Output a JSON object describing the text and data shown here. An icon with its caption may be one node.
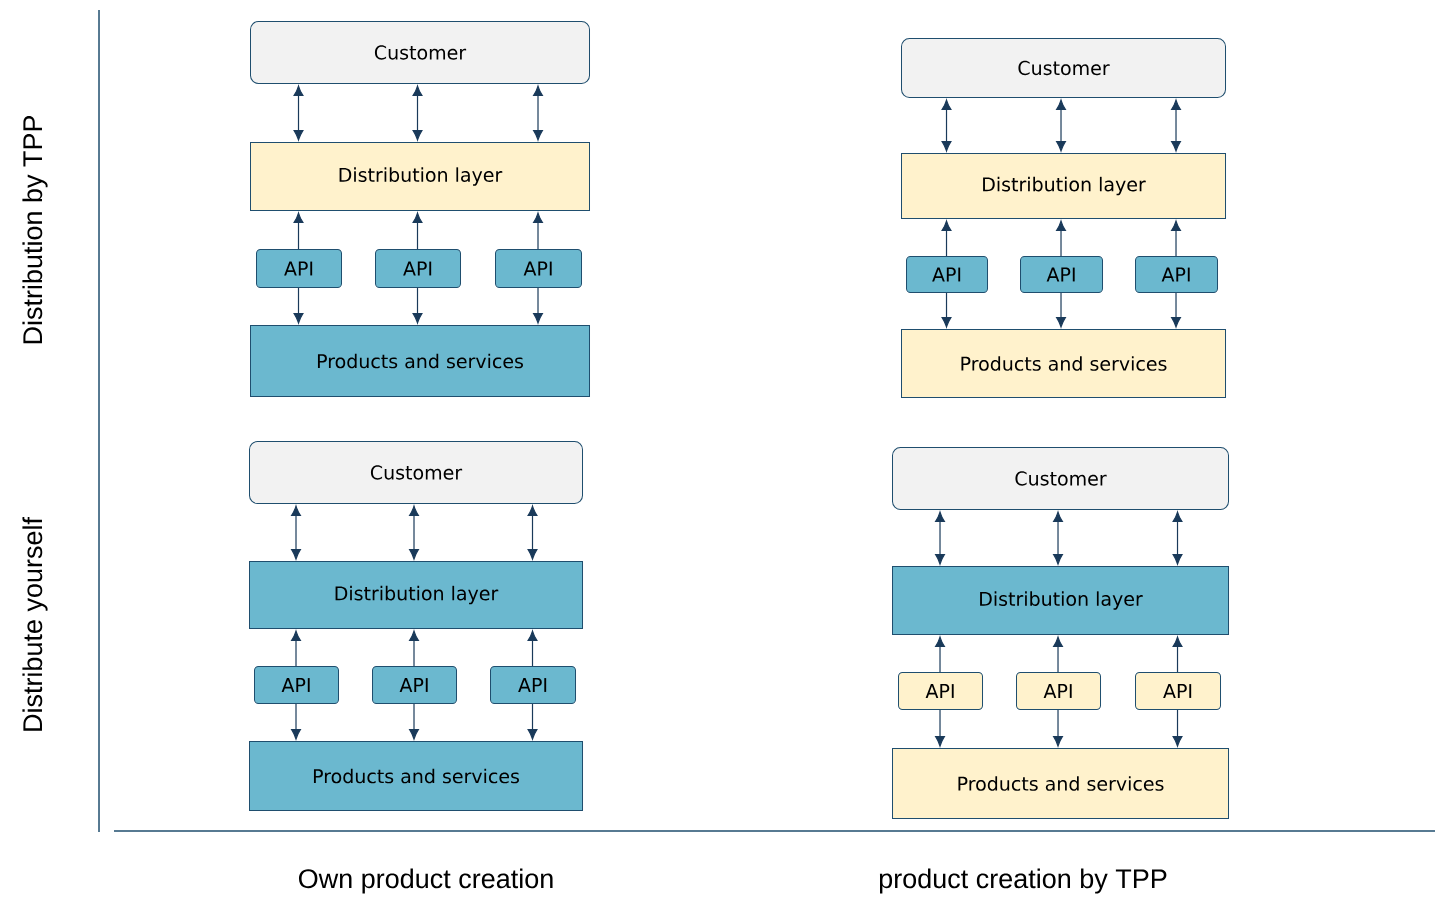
{
  "diagram": {
    "nodes": [
      {
        "text": [
          "Customer"
        ]
      },
      {
        "text": [
          "Distribution layer"
        ]
      },
      {
        "text": [
          "API"
        ]
      },
      {
        "text": [
          "API"
        ]
      },
      {
        "text": [
          "API"
        ]
      },
      {
        "text": [
          "Products and services"
        ]
      },
      {
        "text": [
          "Customer"
        ]
      },
      {
        "text": [
          "Distribution layer"
        ]
      },
      {
        "text": [
          "API"
        ]
      },
      {
        "text": [
          "API"
        ]
      },
      {
        "text": [
          "API"
        ]
      },
      {
        "text": [
          "Products and services"
        ]
      },
      {
        "text": [
          "Customer"
        ]
      },
      {
        "text": [
          "Distribution layer"
        ]
      },
      {
        "text": [
          "API"
        ]
      },
      {
        "text": [
          "API"
        ]
      },
      {
        "text": [
          "API"
        ]
      },
      {
        "text": [
          "Products and services"
        ]
      },
      {
        "text": [
          "Customer"
        ]
      },
      {
        "text": [
          "Distribution layer"
        ]
      },
      {
        "text": [
          "API"
        ]
      },
      {
        "text": [
          "API"
        ]
      },
      {
        "text": [
          "API"
        ]
      },
      {
        "text": [
          "Products and services"
        ]
      }
    ],
    "edges": [
      {
        "from": 0,
        "to": 1,
        "arrow": "both"
      },
      {
        "from": 0,
        "to": 1,
        "arrow": "both"
      },
      {
        "from": 0,
        "to": 1,
        "arrow": "both"
      },
      {
        "from": 2,
        "to": 1,
        "arrow": "to"
      },
      {
        "from": 3,
        "to": 1,
        "arrow": "to"
      },
      {
        "from": 4,
        "to": 1,
        "arrow": "to"
      },
      {
        "from": 2,
        "to": 5,
        "arrow": "to"
      },
      {
        "from": 3,
        "to": 5,
        "arrow": "to"
      },
      {
        "from": 4,
        "to": 5,
        "arrow": "to"
      },
      {
        "from": 6,
        "to": 7,
        "arrow": "both"
      },
      {
        "from": 6,
        "to": 7,
        "arrow": "both"
      },
      {
        "from": 6,
        "to": 7,
        "arrow": "both"
      },
      {
        "from": 8,
        "to": 7,
        "arrow": "to"
      },
      {
        "from": 9,
        "to": 7,
        "arrow": "to"
      },
      {
        "from": 10,
        "to": 7,
        "arrow": "to"
      },
      {
        "from": 8,
        "to": 11,
        "arrow": "to"
      },
      {
        "from": 9,
        "to": 11,
        "arrow": "to"
      },
      {
        "from": 10,
        "to": 11,
        "arrow": "to"
      },
      {
        "from": 12,
        "to": 13,
        "arrow": "both"
      },
      {
        "from": 12,
        "to": 13,
        "arrow": "both"
      },
      {
        "from": 12,
        "to": 13,
        "arrow": "both"
      },
      {
        "from": 14,
        "to": 13,
        "arrow": "to"
      },
      {
        "from": 15,
        "to": 13,
        "arrow": "to"
      },
      {
        "from": 16,
        "to": 13,
        "arrow": "to"
      },
      {
        "from": 14,
        "to": 17,
        "arrow": "to"
      },
      {
        "from": 15,
        "to": 17,
        "arrow": "to"
      },
      {
        "from": 16,
        "to": 17,
        "arrow": "to"
      },
      {
        "from": 18,
        "to": 19,
        "arrow": "both"
      },
      {
        "from": 18,
        "to": 19,
        "arrow": "both"
      },
      {
        "from": 18,
        "to": 19,
        "arrow": "both"
      },
      {
        "from": 20,
        "to": 19,
        "arrow": "to"
      },
      {
        "from": 21,
        "to": 19,
        "arrow": "to"
      },
      {
        "from": 22,
        "to": 19,
        "arrow": "to"
      },
      {
        "from": 20,
        "to": 23,
        "arrow": "to"
      },
      {
        "from": 21,
        "to": 23,
        "arrow": "to"
      },
      {
        "from": 22,
        "to": 23,
        "arrow": "to"
      }
    ],
    "labels": [
      "Distribution by TPP",
      "Distribute yourself",
      "Own product creation",
      "product creation by TPP"
    ]
  }
}
